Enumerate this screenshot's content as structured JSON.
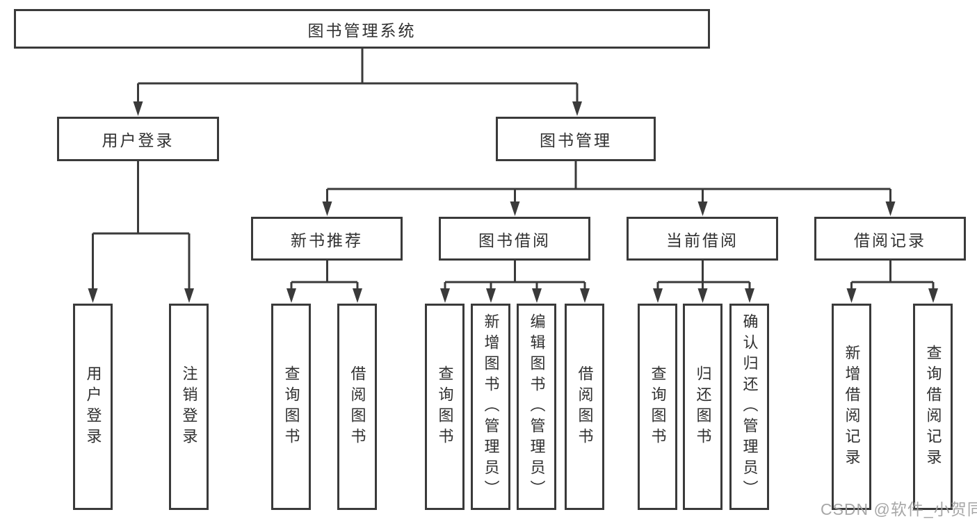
{
  "tree": {
    "root": "图书管理系统",
    "level2": {
      "user_login": "用户登录",
      "book_management": "图书管理"
    },
    "level3": {
      "new_books": "新书推荐",
      "book_borrowing": "图书借阅",
      "current_borrowing": "当前借阅",
      "borrowing_records": "借阅记录"
    },
    "leaves": {
      "user_login": [
        "用户登录",
        "注销登录"
      ],
      "new_books": [
        "查询图书",
        "借阅图书"
      ],
      "book_borrowing": [
        "查询图书",
        "新增图书（管理员）",
        "编辑图书（管理员）",
        "借阅图书"
      ],
      "current_borrowing": [
        "查询图书",
        "归还图书",
        "确认归还（管理员）"
      ],
      "borrowing_records": [
        "新增借阅记录",
        "查询借阅记录"
      ]
    }
  },
  "watermark": "CSDN @软件_小贺同学",
  "colors": {
    "line": "#3a3a3a",
    "text": "#303030",
    "watermark": "#9e9e9e",
    "background": "#ffffff"
  }
}
